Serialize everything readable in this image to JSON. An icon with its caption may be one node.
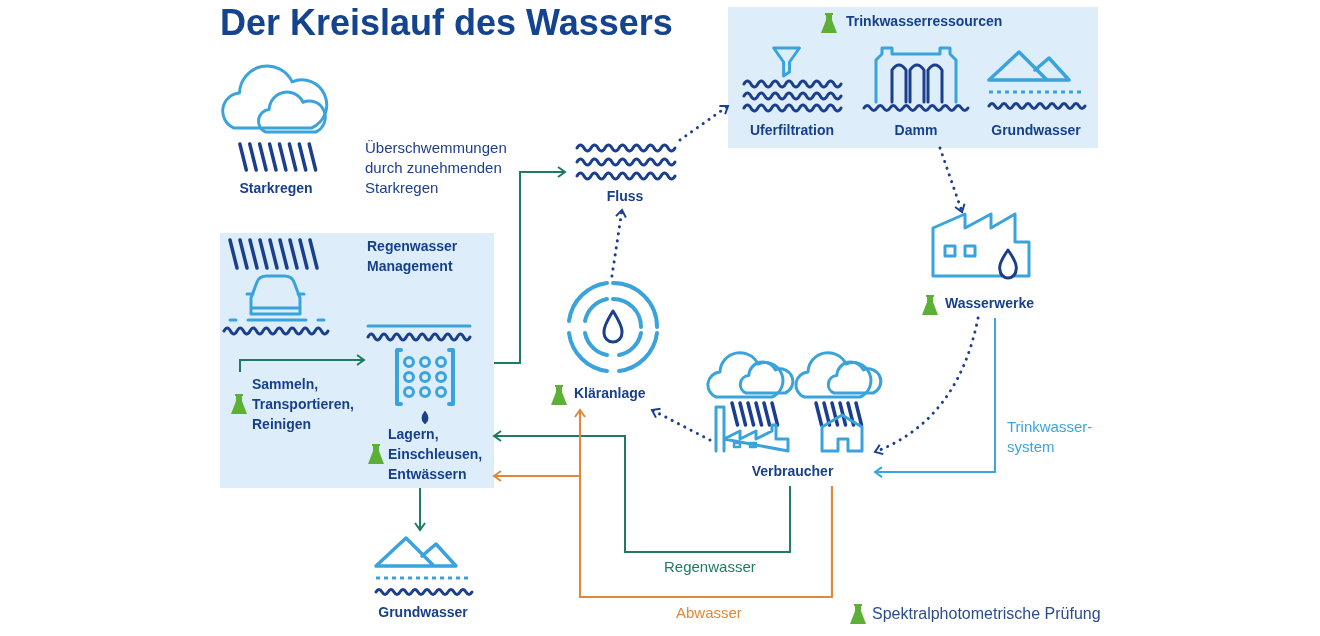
{
  "diagram": {
    "title": "Der Kreislauf des Wassers",
    "nodes": [
      {
        "text": [
          "Starkregen"
        ]
      },
      {
        "text": [
          "Regenwasser Management"
        ]
      },
      {
        "text": [
          "Sammeln, Transportieren, Reinigen"
        ],
        "in": 1
      },
      {
        "text": [
          "Lagern, Einschleusen, Entwässern"
        ],
        "in": 1
      },
      {
        "text": [
          "Fluss"
        ]
      },
      {
        "text": [
          "Trinkwasserressourcen"
        ]
      },
      {
        "text": [
          "Uferfiltration"
        ],
        "in": 5
      },
      {
        "text": [
          "Damm"
        ],
        "in": 5
      },
      {
        "text": [
          "Grundwasser"
        ],
        "in": 5
      },
      {
        "text": [
          "Wasserwerke"
        ]
      },
      {
        "text": [
          "Verbraucher"
        ]
      },
      {
        "text": [
          "Kläranlage"
        ]
      },
      {
        "text": [
          "Grundwasser"
        ]
      }
    ],
    "edges": [
      {
        "from": 2,
        "to": 3,
        "arrow": "to",
        "color": "#1e7b62"
      },
      {
        "from": 1,
        "to": 4,
        "arrow": "to",
        "label": "Überschwemmungen durch zunehmenden Starkregen",
        "color": "#1e7b62"
      },
      {
        "from": 4,
        "to": 5,
        "arrow": "to",
        "style": "dashed"
      },
      {
        "from": 5,
        "to": 9,
        "arrow": "to",
        "style": "dashed"
      },
      {
        "from": 9,
        "to": 10,
        "arrow": "to",
        "style": "dashed"
      },
      {
        "from": 9,
        "to": 10,
        "arrow": "to",
        "label": "Trinkwasser- system",
        "color": "#3aa5dc"
      },
      {
        "from": 10,
        "to": 11,
        "arrow": "to",
        "style": "dashed"
      },
      {
        "from": 11,
        "to": 4,
        "arrow": "to",
        "style": "dashed"
      },
      {
        "from": 10,
        "to": 1,
        "arrow": "to",
        "label": "Regenwasser",
        "color": "#1e7b62"
      },
      {
        "from": 10,
        "to": 1,
        "arrow": "to",
        "label": "Abwasser",
        "color": "#e0883a"
      },
      {
        "from": 10,
        "to": 11,
        "arrow": "to",
        "color": "#e0883a"
      },
      {
        "from": 1,
        "to": 12,
        "arrow": "to",
        "color": "#1e7b62"
      }
    ],
    "legend": [
      {
        "text": "Spektralphotometrische Prüfung"
      }
    ]
  }
}
